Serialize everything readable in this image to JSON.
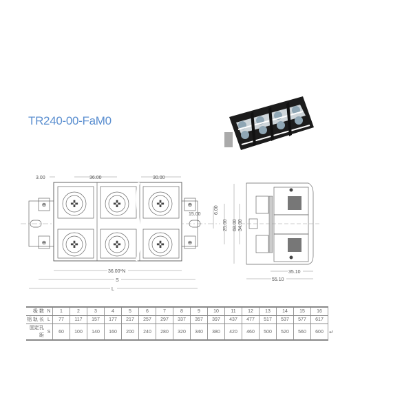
{
  "title": "TR240-00-FaM0",
  "front_view": {
    "dims": {
      "edge": "3.00",
      "pitch": "36.00",
      "width": "30.00",
      "offset": "6.00",
      "ear": "15.00",
      "body": "36.00*N",
      "hole_spacing": "S",
      "rail_length": "L"
    }
  },
  "side_view": {
    "dims": {
      "a": "25.00",
      "height": "68.00",
      "b": "34.00",
      "c": "35.10",
      "depth": "55.10"
    }
  },
  "spec_table": {
    "rows": [
      {
        "label": "极 数",
        "symbol": "N",
        "values": [
          "1",
          "2",
          "3",
          "4",
          "5",
          "6",
          "7",
          "8",
          "9",
          "10",
          "11",
          "12",
          "13",
          "14",
          "15",
          "16"
        ]
      },
      {
        "label": "铝 轨 长",
        "symbol": "L",
        "values": [
          "77",
          "117",
          "157",
          "177",
          "217",
          "257",
          "297",
          "337",
          "357",
          "397",
          "437",
          "477",
          "517",
          "537",
          "577",
          "617"
        ]
      },
      {
        "label": "固定孔距",
        "symbol": "S",
        "values": [
          "60",
          "100",
          "140",
          "160",
          "200",
          "240",
          "280",
          "320",
          "340",
          "380",
          "420",
          "460",
          "500",
          "520",
          "560",
          "600"
        ]
      }
    ]
  },
  "return_mark": "↵"
}
